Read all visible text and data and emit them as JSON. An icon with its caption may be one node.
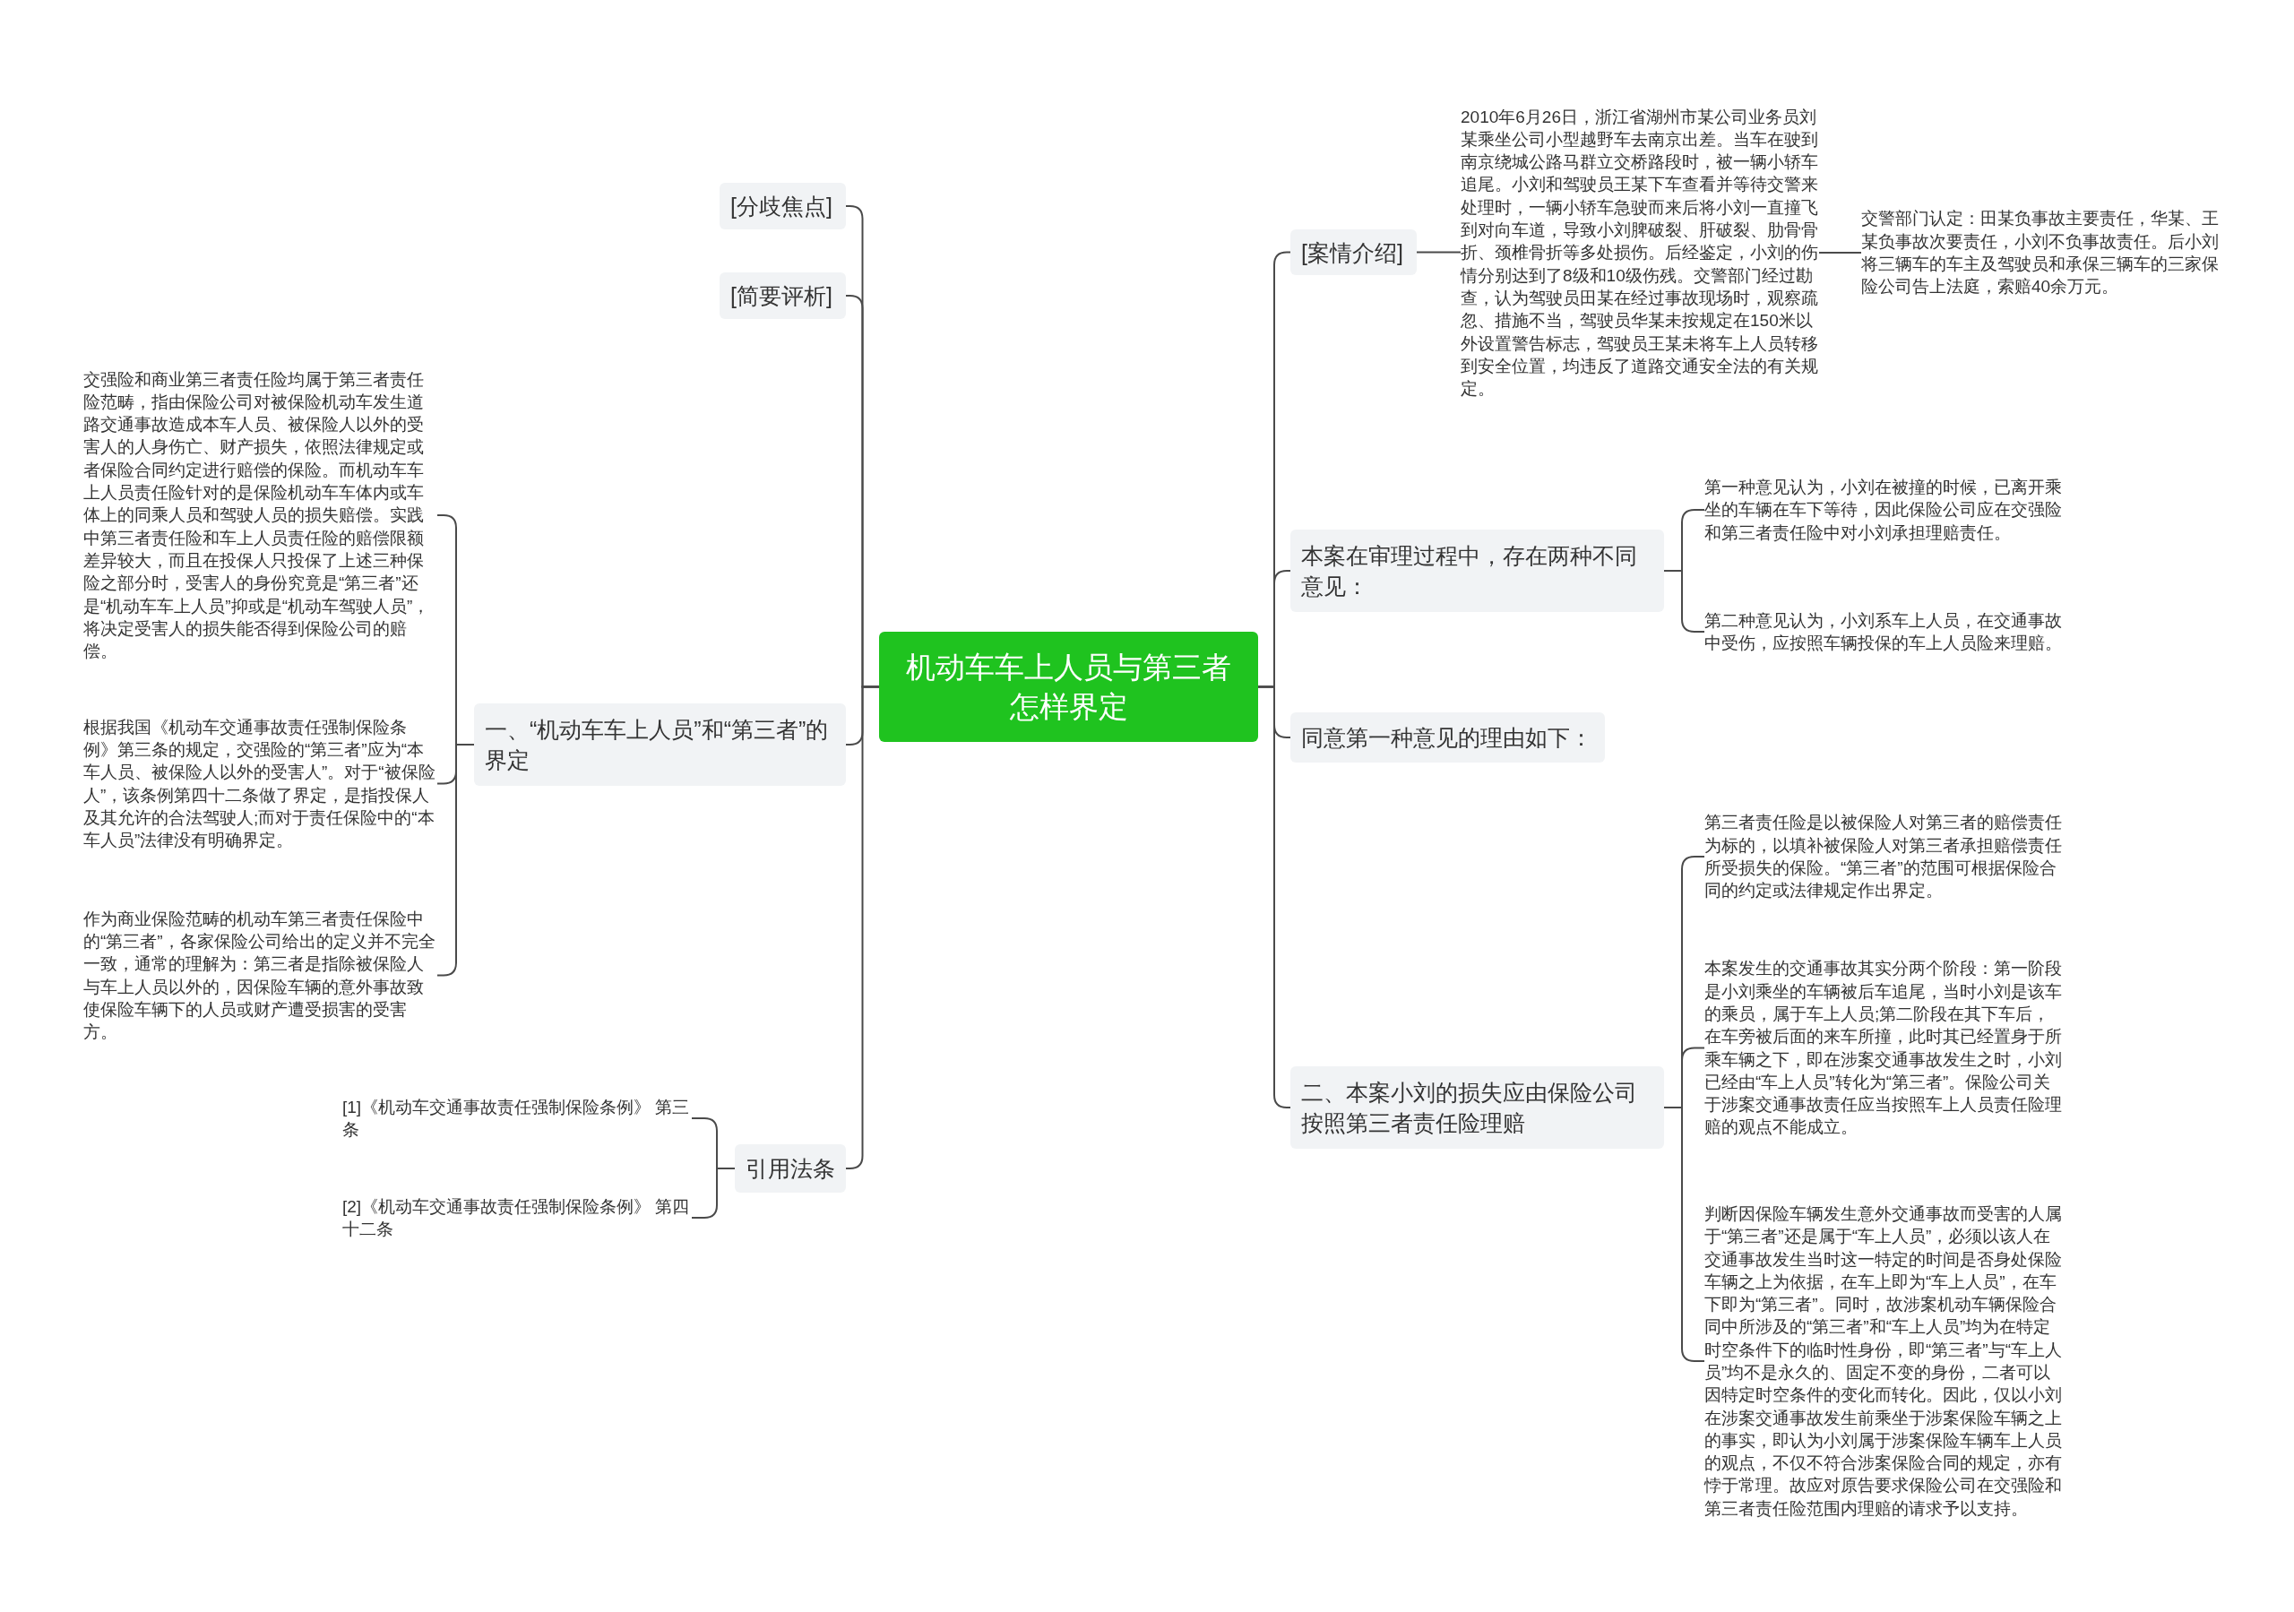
{
  "diagram": {
    "nodes": [
      {
        "text": [
          "机动车车上人员与第三者怎样界定"
        ]
      },
      {
        "text": [
          "[分歧焦点]"
        ]
      },
      {
        "text": [
          "[简要评析]"
        ]
      },
      {
        "text": [
          "一、“机动车车上人员”和“第三者”的界定"
        ]
      },
      {
        "text": [
          "交强险和商业第三者责任险均属于第三者责任险范畴，指由保险公司对被保险机动车发生道路交通事故造成本车人员、被保险人以外的受害人的人身伤亡、财产损失，依照法律规定或者保险合同约定进行赔偿的保险。而机动车车上人员责任险针对的是保险机动车车体内或车体上的同乘人员和驾驶人员的损失赔偿。实践中第三者责任险和车上人员责任险的赔偿限额差异较大，而且在投保人只投保了上述三种保险之部分时，受害人的身份究竟是“第三者”还是“机动车车上人员”抑或是“机动车驾驶人员”，将决定受害人的损失能否得到保险公司的赔偿。"
        ]
      },
      {
        "text": [
          "根据我国《机动车交通事故责任强制保险条例》第三条的规定，交强险的“第三者”应为“本车人员、被保险人以外的受害人”。对于“被保险人”，该条例第四十二条做了界定，是指投保人及其允许的合法驾驶人;而对于责任保险中的“本车人员”法律没有明确界定。"
        ]
      },
      {
        "text": [
          "作为商业保险范畴的机动车第三者责任保险中的“第三者”，各家保险公司给出的定义并不完全一致，通常的理解为：第三者是指除被保险人与车上人员以外的，因保险车辆的意外事故致使保险车辆下的人员或财产遭受损害的受害方。"
        ]
      },
      {
        "text": [
          "引用法条"
        ]
      },
      {
        "text": [
          "[1]《机动车交通事故责任强制保险条例》 第三条"
        ]
      },
      {
        "text": [
          "[2]《机动车交通事故责任强制保险条例》 第四十二条"
        ]
      },
      {
        "text": [
          "[案情介绍]"
        ]
      },
      {
        "text": [
          "2010年6月26日，浙江省湖州市某公司业务员刘某乘坐公司小型越野车去南京出差。当车在驶到南京绕城公路马群立交桥路段时，被一辆小轿车追尾。小刘和驾驶员王某下车查看并等待交警来处理时，一辆小轿车急驶而来后将小刘一直撞飞到对向车道，导致小刘脾破裂、肝破裂、肋骨骨折、颈椎骨折等多处损伤。后经鉴定，小刘的伤情分别达到了8级和10级伤残。交警部门经过勘查，认为驾驶员田某在经过事故现场时，观察疏忽、措施不当，驾驶员华某未按规定在150米以外设置警告标志，驾驶员王某未将车上人员转移到安全位置，均违反了道路交通安全法的有关规定。"
        ]
      },
      {
        "text": [
          "交警部门认定：田某负事故主要责任，华某、王某负事故次要责任，小刘不负事故责任。后小刘将三辆车的车主及驾驶员和承保三辆车的三家保险公司告上法庭，索赔40余万元。"
        ]
      },
      {
        "text": [
          "本案在审理过程中，存在两种不同意见："
        ]
      },
      {
        "text": [
          "第一种意见认为，小刘在被撞的时候，已离开乘坐的车辆在车下等待，因此保险公司应在交强险和第三者责任险中对小刘承担理赔责任。"
        ]
      },
      {
        "text": [
          "第二种意见认为，小刘系车上人员，在交通事故中受伤，应按照车辆投保的车上人员险来理赔。"
        ]
      },
      {
        "text": [
          "同意第一种意见的理由如下："
        ]
      },
      {
        "text": [
          "二、本案小刘的损失应由保险公司按照第三者责任险理赔"
        ]
      },
      {
        "text": [
          "第三者责任险是以被保险人对第三者的赔偿责任为标的，以填补被保险人对第三者承担赔偿责任所受损失的保险。“第三者”的范围可根据保险合同的约定或法律规定作出界定。"
        ]
      },
      {
        "text": [
          "本案发生的交通事故其实分两个阶段：第一阶段是小刘乘坐的车辆被后车追尾，当时小刘是该车的乘员，属于车上人员;第二阶段在其下车后，在车旁被后面的来车所撞，此时其已经置身于所乘车辆之下，即在涉案交通事故发生之时，小刘已经由“车上人员”转化为“第三者”。保险公司关于涉案交通事故责任应当按照车上人员责任险理赔的观点不能成立。"
        ]
      },
      {
        "text": [
          "判断因保险车辆发生意外交通事故而受害的人属于“第三者”还是属于“车上人员”，必须以该人在交通事故发生当时这一特定的时间是否身处保险车辆之上为依据，在车上即为“车上人员”，在车下即为“第三者”。同时，故涉案机动车辆保险合同中所涉及的“第三者”和“车上人员”均为在特定时空条件下的临时性身份，即“第三者”与“车上人员”均不是永久的、固定不变的身份，二者可以因特定时空条件的变化而转化。因此，仅以小刘在涉案交通事故发生前乘坐于涉案保险车辆之上的事实，即认为小刘属于涉案保险车辆车上人员的观点，不仅不符合涉案保险合同的规定，亦有悖于常理。故应对原告要求保险公司在交强险和第三者责任险范围内理赔的请求予以支持。"
        ]
      }
    ],
    "edges": [
      {
        "from": 0,
        "to": 1,
        "arrow": "none"
      },
      {
        "from": 0,
        "to": 2,
        "arrow": "none"
      },
      {
        "from": 0,
        "to": 3,
        "arrow": "none"
      },
      {
        "from": 3,
        "to": 4,
        "arrow": "none"
      },
      {
        "from": 3,
        "to": 5,
        "arrow": "none"
      },
      {
        "from": 3,
        "to": 6,
        "arrow": "none"
      },
      {
        "from": 0,
        "to": 7,
        "arrow": "none"
      },
      {
        "from": 7,
        "to": 8,
        "arrow": "none"
      },
      {
        "from": 7,
        "to": 9,
        "arrow": "none"
      },
      {
        "from": 0,
        "to": 10,
        "arrow": "none"
      },
      {
        "from": 10,
        "to": 11,
        "arrow": "none"
      },
      {
        "from": 11,
        "to": 12,
        "arrow": "none"
      },
      {
        "from": 0,
        "to": 13,
        "arrow": "none"
      },
      {
        "from": 13,
        "to": 14,
        "arrow": "none"
      },
      {
        "from": 13,
        "to": 15,
        "arrow": "none"
      },
      {
        "from": 0,
        "to": 16,
        "arrow": "none"
      },
      {
        "from": 0,
        "to": 17,
        "arrow": "none"
      },
      {
        "from": 17,
        "to": 18,
        "arrow": "none"
      },
      {
        "from": 17,
        "to": 19,
        "arrow": "none"
      },
      {
        "from": 17,
        "to": 20,
        "arrow": "none"
      }
    ]
  }
}
